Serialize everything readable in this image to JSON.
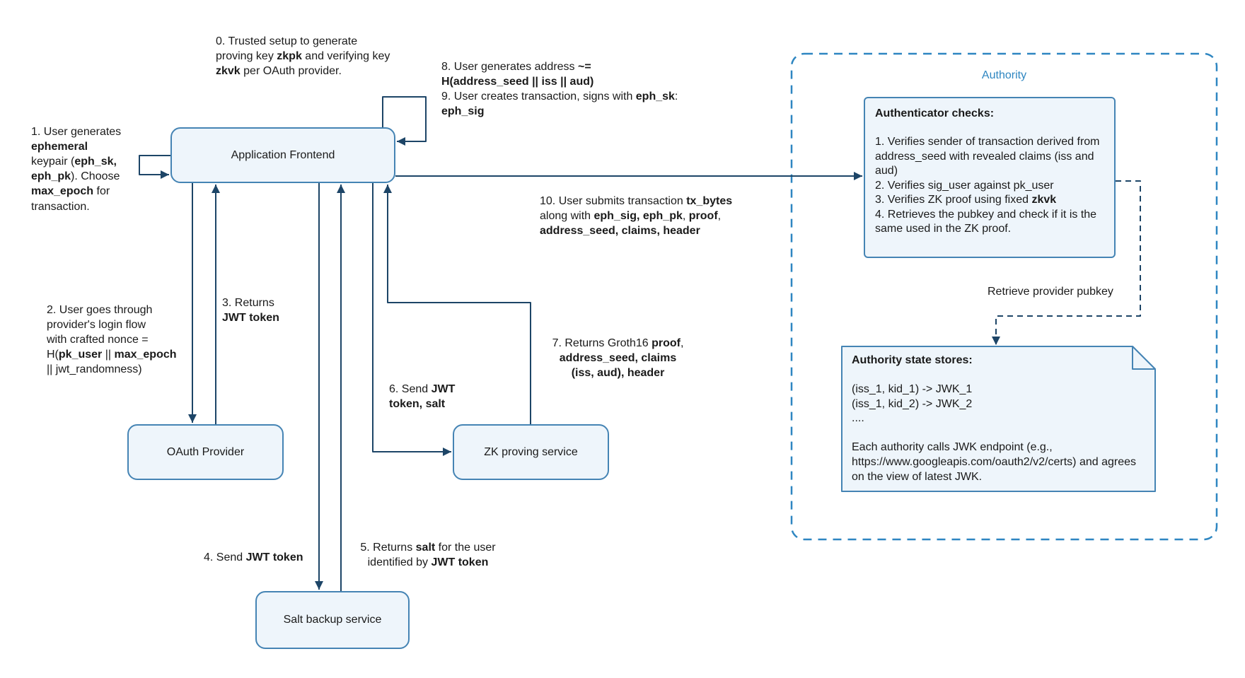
{
  "colors": {
    "node_fill": "#eef5fb",
    "node_border": "#4584b4",
    "arrow": "#1d4567",
    "authority_accent": "#2e86c1",
    "text": "#1a1a1a"
  },
  "nodes": {
    "frontend": {
      "label": "Application Frontend"
    },
    "oauth": {
      "label": "OAuth Provider"
    },
    "zk_proving": {
      "label": "ZK proving service"
    },
    "salt_backup": {
      "label": "Salt backup service"
    }
  },
  "authority": {
    "label": "Authority",
    "retrieve_pubkey_label": "Retrieve provider pubkey",
    "authenticator": {
      "title": "Authenticator checks:",
      "checks": {
        "c1": [
          {
            "t": "1. Verifies sender of transaction derived from address_seed with revealed claims (iss and aud)"
          }
        ],
        "c2": [
          {
            "t": "2. Verifies sig_user against pk_user"
          }
        ],
        "c3": [
          {
            "t": "3. Verifies ZK proof using fixed "
          },
          {
            "t": "zkvk",
            "b": true
          }
        ],
        "c4": [
          {
            "t": "4. Retrieves the pubkey and check if it is the same used in the ZK proof."
          }
        ]
      }
    },
    "state_store": {
      "title": "Authority state stores:",
      "mappings": [
        "(iss_1, kid_1) -> JWK_1",
        "(iss_1, kid_2) -> JWK_2",
        "...."
      ],
      "note": "Each authority calls JWK endpoint (e.g., https://www.googleapis.com/oauth2/v2/certs) and agrees on the view of latest JWK."
    }
  },
  "annotations": {
    "step0": [
      {
        "t": "0. Trusted setup to generate proving key "
      },
      {
        "t": "zkpk",
        "b": true
      },
      {
        "t": " and verifying key "
      },
      {
        "t": "zkvk",
        "b": true
      },
      {
        "t": " per OAuth provider."
      }
    ],
    "step1": [
      {
        "t": "1. User generates\n"
      },
      {
        "t": "ephemeral",
        "b": true
      },
      {
        "t": "\nkeypair ("
      },
      {
        "t": "eph_sk,",
        "b": true
      },
      {
        "t": "\n"
      },
      {
        "t": "eph_pk",
        "b": true
      },
      {
        "t": "). Choose\n"
      },
      {
        "t": "max_epoch",
        "b": true
      },
      {
        "t": " for\ntransaction."
      }
    ],
    "step2": [
      {
        "t": "2. User goes through\nprovider's login flow\nwith crafted nonce =\nH("
      },
      {
        "t": "pk_user",
        "b": true
      },
      {
        "t": " || "
      },
      {
        "t": "max_epoch",
        "b": true
      },
      {
        "t": "\n|| jwt_randomness)"
      }
    ],
    "step3": [
      {
        "t": "3. Returns\n"
      },
      {
        "t": "JWT token",
        "b": true
      }
    ],
    "step4": [
      {
        "t": "4. Send "
      },
      {
        "t": "JWT token",
        "b": true
      }
    ],
    "step5": [
      {
        "t": "5. Returns "
      },
      {
        "t": "salt",
        "b": true
      },
      {
        "t": " for the user\nidentified by "
      },
      {
        "t": "JWT token",
        "b": true
      }
    ],
    "step6": [
      {
        "t": "6. Send "
      },
      {
        "t": "JWT",
        "b": true
      },
      {
        "t": "\n"
      },
      {
        "t": "token, salt",
        "b": true
      }
    ],
    "step7": [
      {
        "t": "7. Returns Groth16 "
      },
      {
        "t": "proof",
        "b": true
      },
      {
        "t": ",\n"
      },
      {
        "t": "address_seed, claims",
        "b": true
      },
      {
        "t": "\n"
      },
      {
        "t": "(iss, aud), header",
        "b": true
      }
    ],
    "step8_9": [
      {
        "t": "8. User generates address "
      },
      {
        "t": "~=",
        "b": true
      },
      {
        "t": "\n"
      },
      {
        "t": "H(address_seed || iss || aud)",
        "b": true
      },
      {
        "t": "\n9. User creates transaction, signs with "
      },
      {
        "t": "eph_sk",
        "b": true
      },
      {
        "t": ":\n"
      },
      {
        "t": "eph_sig",
        "b": true
      }
    ],
    "step10": [
      {
        "t": "10. User submits transaction "
      },
      {
        "t": "tx_bytes",
        "b": true
      },
      {
        "t": "\nalong with "
      },
      {
        "t": "eph_sig, eph_pk",
        "b": true
      },
      {
        "t": ", "
      },
      {
        "t": "proof",
        "b": true
      },
      {
        "t": ",\n"
      },
      {
        "t": "address_seed, claims, header",
        "b": true
      }
    ]
  }
}
